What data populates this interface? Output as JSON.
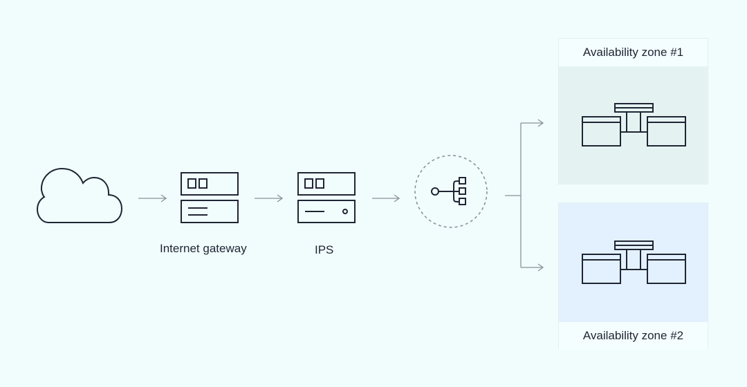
{
  "nodes": {
    "internet_gateway": "Internet gateway",
    "ips": "IPS"
  },
  "zones": [
    {
      "label": "Availability zone #1",
      "color": "#e4f3f2"
    },
    {
      "label": "Availability zone #2",
      "color": "#e2f1fd"
    }
  ],
  "colors": {
    "background": "#f1fdfd",
    "stroke": "#1f2433",
    "arrow": "#8a9097"
  },
  "icons": [
    "cloud-icon",
    "server-icon",
    "load-balancer-icon",
    "database-cluster-icon"
  ]
}
